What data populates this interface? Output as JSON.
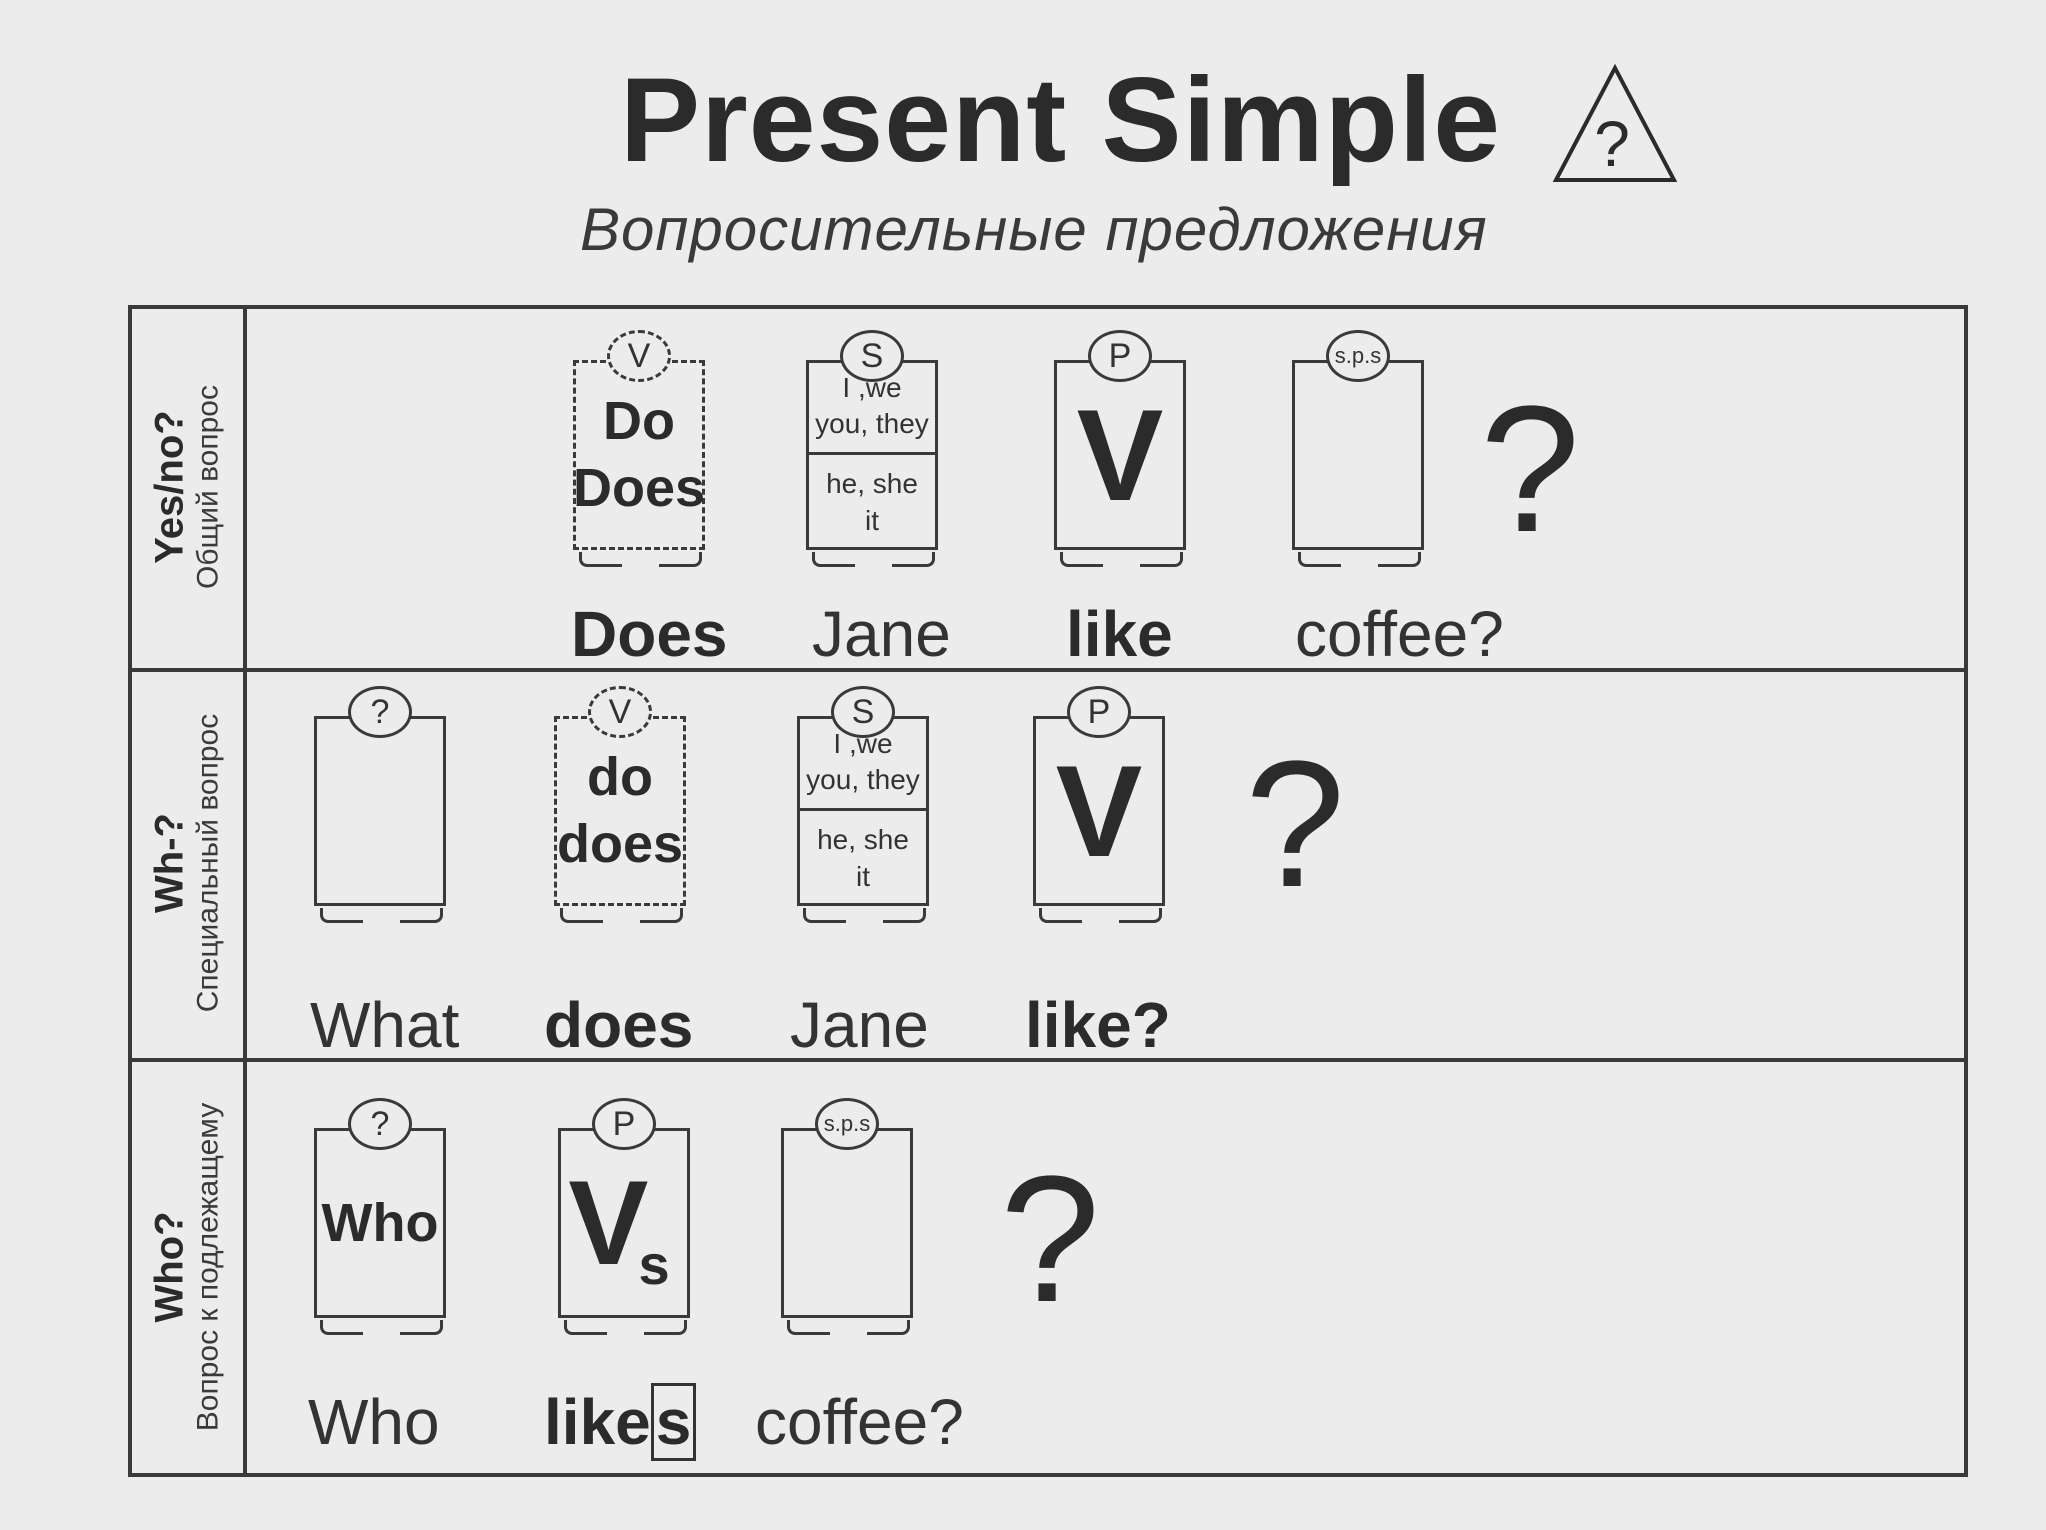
{
  "title": "Present Simple",
  "title_icon": {
    "symbol": "?",
    "name": "question-triangle-icon"
  },
  "subtitle": "Вопросительные предложения",
  "rows": [
    {
      "label_main": "Yes/no?",
      "label_sub": "Общий вопрос",
      "figures": {
        "aux": {
          "head": "V",
          "lines": [
            "Do",
            "Does"
          ]
        },
        "subject": {
          "head": "S",
          "top": [
            "I ,we",
            "you, they"
          ],
          "bottom": [
            "he, she",
            "it"
          ]
        },
        "predicate": {
          "head": "P",
          "symbol": "V"
        },
        "object": {
          "head": "s.p.s"
        }
      },
      "question_mark": "?",
      "sentence": {
        "aux": "Does",
        "subject": "Jane",
        "verb": "like",
        "object": "coffee?"
      }
    },
    {
      "label_main": "Wh-?",
      "label_sub": "Специальный вопрос",
      "figures": {
        "question": {
          "head": "?"
        },
        "aux": {
          "head": "V",
          "lines": [
            "do",
            "does"
          ]
        },
        "subject": {
          "head": "S",
          "top": [
            "I ,we",
            "you, they"
          ],
          "bottom": [
            "he, she",
            "it"
          ]
        },
        "predicate": {
          "head": "P",
          "symbol": "V"
        }
      },
      "question_mark": "?",
      "sentence": {
        "qword": "What",
        "aux": "does",
        "subject": "Jane",
        "verb": "like?"
      }
    },
    {
      "label_main": "Who?",
      "label_sub": "Вопрос к подлежащему",
      "figures": {
        "question": {
          "head": "?",
          "text": "Who"
        },
        "predicate": {
          "head": "P",
          "symbol": "V",
          "suffix": "s"
        },
        "object": {
          "head": "s.p.s"
        }
      },
      "question_mark": "?",
      "sentence": {
        "qword": "Who",
        "verb_stem": "like",
        "verb_suffix": "s",
        "object": "coffee?"
      }
    }
  ]
}
